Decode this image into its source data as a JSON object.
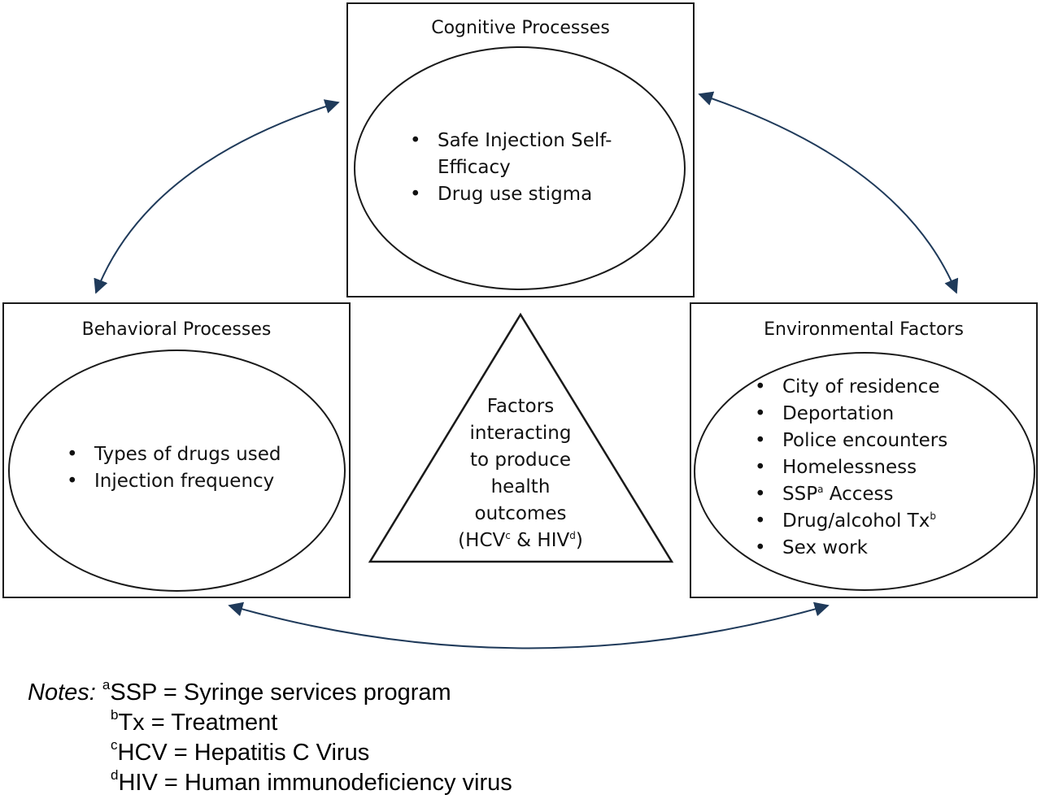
{
  "cognitive": {
    "title": "Cognitive Processes",
    "items": [
      "Safe Injection Self-",
      "Efficacy",
      "Drug use stigma"
    ]
  },
  "behavioral": {
    "title": "Behavioral Processes",
    "items": [
      "Types of drugs used",
      "Injection frequency"
    ]
  },
  "environmental": {
    "title": "Environmental Factors",
    "items": [
      "City of residence",
      "Deportation",
      "Police encounters",
      "Homelessness",
      "SSP",
      "Access",
      "Drug/alcohol Tx",
      "Sex work"
    ],
    "sup_a": "a",
    "sup_b": "b"
  },
  "center": {
    "lines": [
      "Factors",
      "interacting",
      "to produce",
      "health",
      "outcomes"
    ],
    "hcv": "(HCV",
    "sup_c": "c",
    "and_hiv": " & HIV",
    "sup_d": "d",
    "close": ")"
  },
  "notes": {
    "label": "Notes:",
    "entries": [
      {
        "sup": "a",
        "text": "SSP = Syringe services program"
      },
      {
        "sup": "b",
        "text": "Tx = Treatment"
      },
      {
        "sup": "c",
        "text": "HCV = Hepatitis C Virus"
      },
      {
        "sup": "d",
        "text": "HIV = Human immunodeficiency virus"
      }
    ]
  },
  "colors": {
    "arrow": "#1f3a5a",
    "border": "#1a1a1a"
  }
}
